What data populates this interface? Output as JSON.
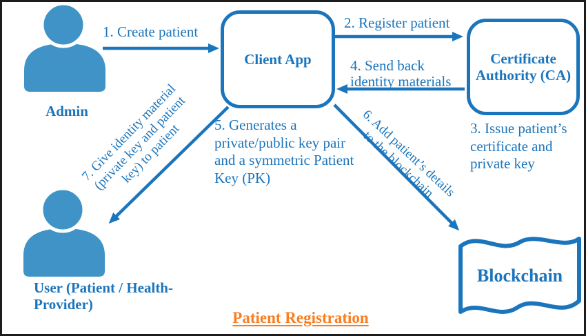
{
  "title": "Patient Registration",
  "colors": {
    "accent_blue": "#1B75BC",
    "icon_fill_blue": "#3F93C6",
    "title_orange": "#F97D21",
    "background": "#FFFFFF"
  },
  "nodes": {
    "admin": {
      "label": "Admin"
    },
    "client_app": {
      "label": "Client App"
    },
    "ca": {
      "label": "Certificate Authority (CA)"
    },
    "user": {
      "label": "User (Patient / Health-\nProvider)"
    },
    "blockchain": {
      "label": "Blockchain"
    }
  },
  "edges": {
    "e1": {
      "label": "1. Create patient"
    },
    "e2": {
      "label": "2. Register patient"
    },
    "e3": {
      "label": "3. Issue patient’s\ncertificate and\nprivate key"
    },
    "e4": {
      "label": "4. Send back\nidentity materials"
    },
    "e5": {
      "label": "5. Generates a\nprivate/public key pair\nand a symmetric Patient\nKey (PK)"
    },
    "e6": {
      "label": "6. Add patient’s details\nto the blockchain"
    },
    "e7": {
      "label": "7. Give identity material\n(private key and patient\nkey) to patient"
    }
  }
}
